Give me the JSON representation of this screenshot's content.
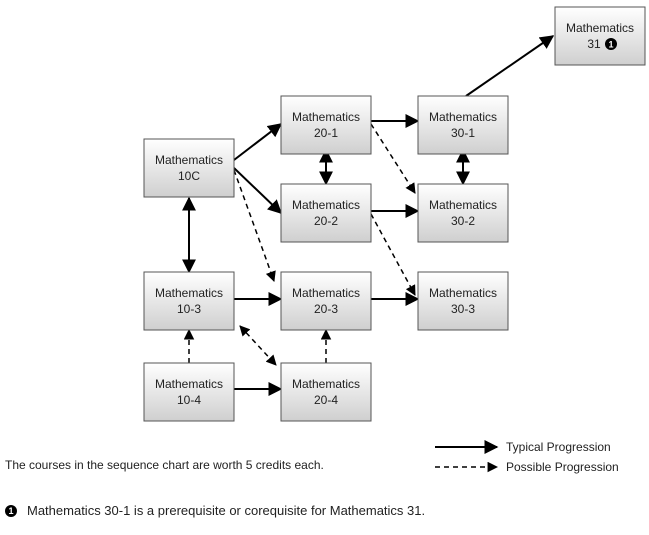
{
  "courses": {
    "m10c": {
      "line1": "Mathematics",
      "line2": "10C"
    },
    "m10_3": {
      "line1": "Mathematics",
      "line2": "10-3"
    },
    "m10_4": {
      "line1": "Mathematics",
      "line2": "10-4"
    },
    "m20_1": {
      "line1": "Mathematics",
      "line2": "20-1"
    },
    "m20_2": {
      "line1": "Mathematics",
      "line2": "20-2"
    },
    "m20_3": {
      "line1": "Mathematics",
      "line2": "20-3"
    },
    "m20_4": {
      "line1": "Mathematics",
      "line2": "20-4"
    },
    "m30_1": {
      "line1": "Mathematics",
      "line2": "30-1"
    },
    "m30_2": {
      "line1": "Mathematics",
      "line2": "30-2"
    },
    "m30_3": {
      "line1": "Mathematics",
      "line2": "30-3"
    },
    "m31": {
      "line1": "Mathematics",
      "line2": "31",
      "badge": "1"
    }
  },
  "connections": [
    {
      "from": "m10c",
      "to": "m20_1",
      "type": "typical"
    },
    {
      "from": "m10c",
      "to": "m20_2",
      "type": "typical"
    },
    {
      "from": "m10c",
      "to": "m20_3",
      "type": "possible"
    },
    {
      "from": "m10c",
      "to": "m10_3",
      "type": "typical",
      "bidirectional": true
    },
    {
      "from": "m20_1",
      "to": "m20_2",
      "type": "typical",
      "bidirectional": true
    },
    {
      "from": "m20_1",
      "to": "m30_1",
      "type": "typical"
    },
    {
      "from": "m20_1",
      "to": "m30_2",
      "type": "possible"
    },
    {
      "from": "m20_2",
      "to": "m30_2",
      "type": "typical"
    },
    {
      "from": "m20_2",
      "to": "m30_3",
      "type": "possible"
    },
    {
      "from": "m30_1",
      "to": "m30_2",
      "type": "typical",
      "bidirectional": true
    },
    {
      "from": "m30_1",
      "to": "m31",
      "type": "typical"
    },
    {
      "from": "m10_3",
      "to": "m20_3",
      "type": "typical"
    },
    {
      "from": "m10_4",
      "to": "m10_3",
      "type": "possible"
    },
    {
      "from": "m10_3",
      "to": "m20_4",
      "type": "possible",
      "bidirectional": true
    },
    {
      "from": "m10_4",
      "to": "m20_4",
      "type": "typical"
    },
    {
      "from": "m20_4",
      "to": "m20_3",
      "type": "possible"
    },
    {
      "from": "m20_3",
      "to": "m30_3",
      "type": "typical"
    }
  ],
  "legend": {
    "typical": "Typical Progression",
    "possible": "Possible Progression"
  },
  "credits_note": "The courses in the sequence chart are worth 5 credits each.",
  "footnote": {
    "badge": "1",
    "text": "Mathematics 30-1 is a prerequisite or corequisite for Mathematics 31."
  },
  "colors": {
    "box_top": "#ffffff",
    "box_bottom": "#cfcfcf",
    "box_border": "#555555",
    "arrow": "#000000"
  }
}
